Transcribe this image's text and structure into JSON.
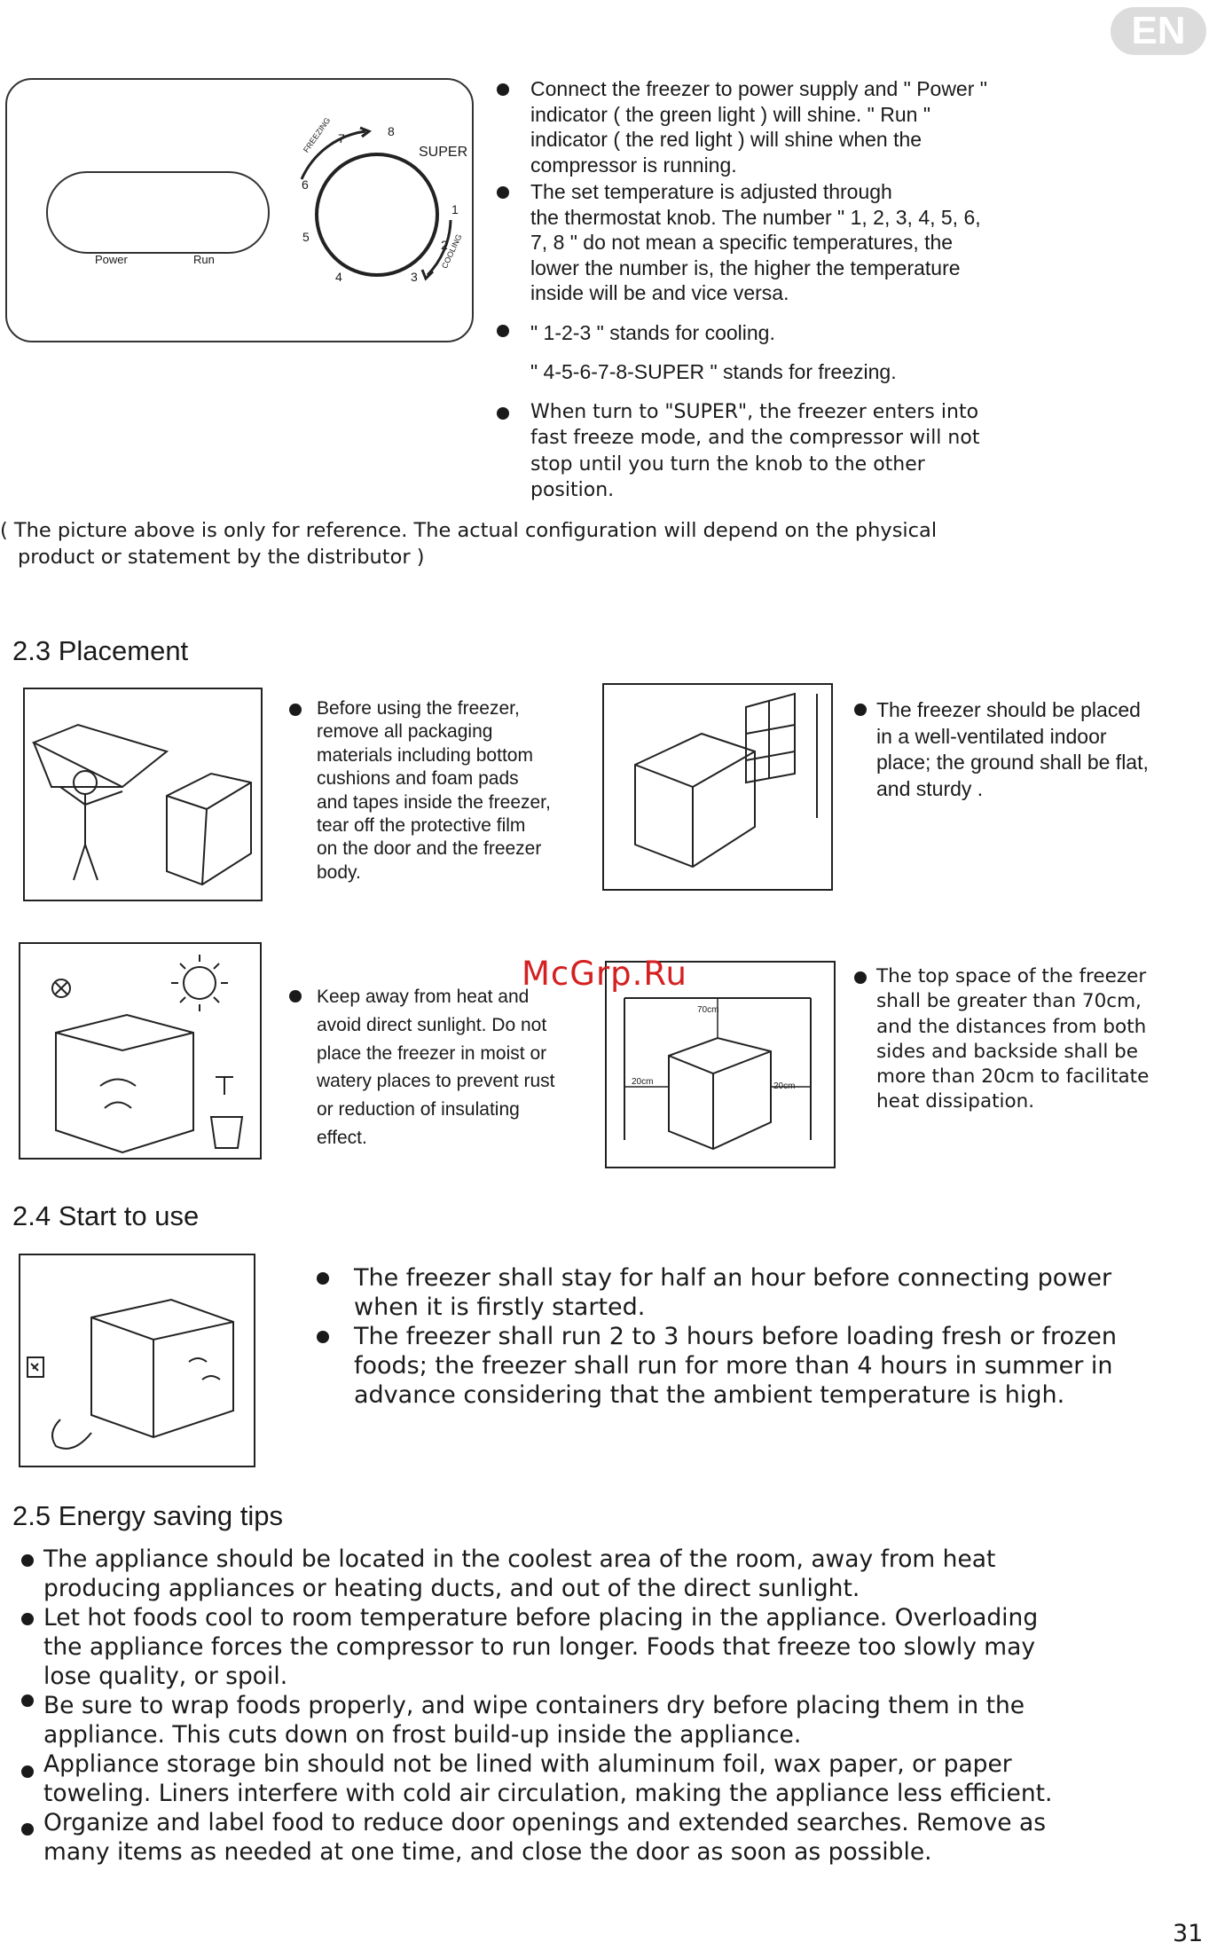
{
  "lang_badge": "EN",
  "page_number": "31",
  "watermark": "McGrp.Ru",
  "panel": {
    "power_label": "Power",
    "run_label": "Run",
    "freezing_label": "FREEZING",
    "cooling_label": "COOLING",
    "super_label": "SUPER",
    "dial_numbers": [
      "1",
      "2",
      "3",
      "4",
      "5",
      "6",
      "7",
      "8"
    ]
  },
  "intro": [
    [
      "Connect the freezer to power supply and \" Power \"",
      "indicator ( the green light ) will shine. \" Run \"",
      "indicator ( the red light ) will shine when the",
      "compressor is running."
    ],
    [
      "The set temperature is adjusted through",
      "the thermostat knob. The number \" 1, 2, 3, 4, 5, 6,",
      " 7, 8 \" do not mean a specific temperatures, the",
      "lower the number is, the higher the temperature",
      "inside will be and vice versa."
    ],
    [
      "\" 1-2-3 \" stands for cooling."
    ],
    [
      "When turn to \"SUPER\", the freezer enters into",
      "fast freeze mode, and the compressor will not",
      "stop until you turn the knob to the other",
      "position."
    ]
  ],
  "intro_sub": "\" 4-5-6-7-8-SUPER \" stands for freezing.",
  "reference_note": [
    "( The picture above is only for reference. The actual configuration will depend on the physical",
    "product or statement by the distributor )"
  ],
  "placement": {
    "heading": "2.3  Placement",
    "items": [
      [
        "Before using the freezer,",
        "remove all packaging",
        "materials including bottom",
        "cushions and foam pads",
        "and tapes inside the freezer,",
        "tear off the protective film",
        "on the door and the freezer",
        "body."
      ],
      [
        "The freezer should  be placed",
        "in a well-ventilated indoor",
        "place; the ground shall be flat,",
        "and sturdy ."
      ],
      [
        "Keep away from heat and",
        "avoid direct sunlight. Do not",
        "place the freezer in moist or",
        "watery places to prevent rust",
        "or reduction of insulating",
        "effect."
      ],
      [
        "The top space of the freezer",
        "shall be greater than 70cm,",
        "and the distances from both",
        "sides and backside shall be",
        "more than 20cm to facilitate",
        "heat dissipation."
      ]
    ],
    "dimension_labels": [
      "70cm",
      "20cm",
      "20cm"
    ]
  },
  "start": {
    "heading": "2.4 Start to use",
    "items": [
      [
        "The freezer shall stay for half an hour before connecting power",
        " when it is firstly started."
      ],
      [
        "The freezer shall run 2 to 3 hours before loading fresh or frozen",
        "foods; the freezer shall run for more than 4 hours in summer in",
        "advance considering that the ambient temperature is high."
      ]
    ]
  },
  "energy": {
    "heading": "2.5 Energy saving tips",
    "items": [
      [
        "The appliance should be located in the coolest area of the room, away from heat",
        " producing appliances or heating ducts, and out of the direct sunlight."
      ],
      [
        "Let hot foods cool to room temperature before placing in the appliance.  Overloading",
        " the appliance forces the compressor to run longer.  Foods that freeze too slowly may",
        "lose quality, or spoil."
      ],
      [
        "Be sure to wrap foods properly, and wipe containers dry before placing them in the",
        " appliance.  This cuts down on frost build-up inside the appliance."
      ],
      [
        "Appliance storage bin should not be lined with aluminum foil, wax paper, or paper",
        " toweling.  Liners interfere with cold air circulation, making the appliance less efficient."
      ],
      [
        "Organize and label food to reduce door openings and extended searches.  Remove as",
        "many items as needed at one time, and close the door as soon as possible."
      ]
    ]
  }
}
